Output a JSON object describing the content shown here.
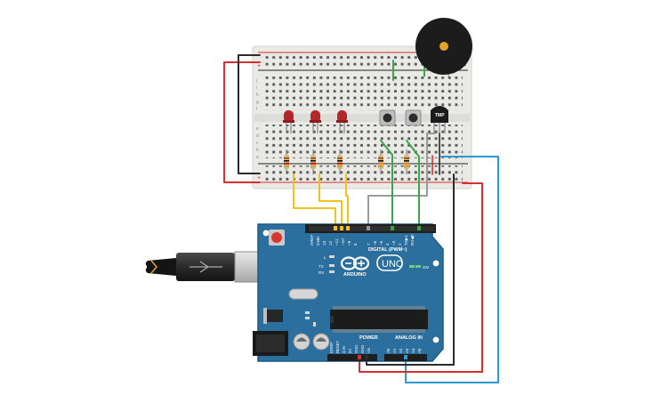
{
  "board": {
    "brand": "ARDUINO",
    "model": "UNO",
    "digital_label": "DIGITAL (PWM~)",
    "power_label": "POWER",
    "analog_label": "ANALOG IN",
    "on_label": "ON",
    "l_label": "L",
    "tx_label": "TX",
    "rx_label": "RX",
    "aref_label": "AREF",
    "gnd_label": "GND",
    "digital_pins": [
      "13",
      "12",
      "~11",
      "~10",
      "~9",
      "8",
      "7",
      "~6",
      "~5",
      "4",
      "~3",
      "2",
      "TX▶1",
      "RX◀0"
    ],
    "power_pins": [
      "IOREF",
      "RESET",
      "3.3V",
      "5V",
      "GND",
      "GND",
      "Vin"
    ],
    "analog_pins": [
      "A0",
      "A1",
      "A2",
      "A3",
      "A4",
      "A5"
    ]
  },
  "breadboard": {
    "row_labels": [
      "j",
      "i",
      "h",
      "g",
      "f",
      "e",
      "d",
      "c",
      "b",
      "a"
    ],
    "plus_label": "+",
    "minus_label": "-"
  },
  "sensor": {
    "label": "TMP"
  },
  "colors": {
    "board": "#2a6f9e",
    "board_edge": "#1e5a86",
    "breadboard": "#e9e9e6",
    "rail_red": "#d62f2f",
    "rail_dark": "#222222",
    "wire_yellow": "#f2c21b",
    "wire_green": "#3aa64a",
    "wire_gray": "#9a9a9a",
    "wire_red": "#d62f2f",
    "wire_blue": "#2d9ad2",
    "wire_black": "#2b2b2b",
    "led_red": "#b3262a",
    "buzzer": "#1c1c1c"
  },
  "components": {
    "leds": 3,
    "resistors": 5,
    "buttons": 2,
    "icons": [
      "usb-plug-icon",
      "arduino-logo-icon",
      "buzzer-icon",
      "temperature-sensor-icon"
    ]
  }
}
